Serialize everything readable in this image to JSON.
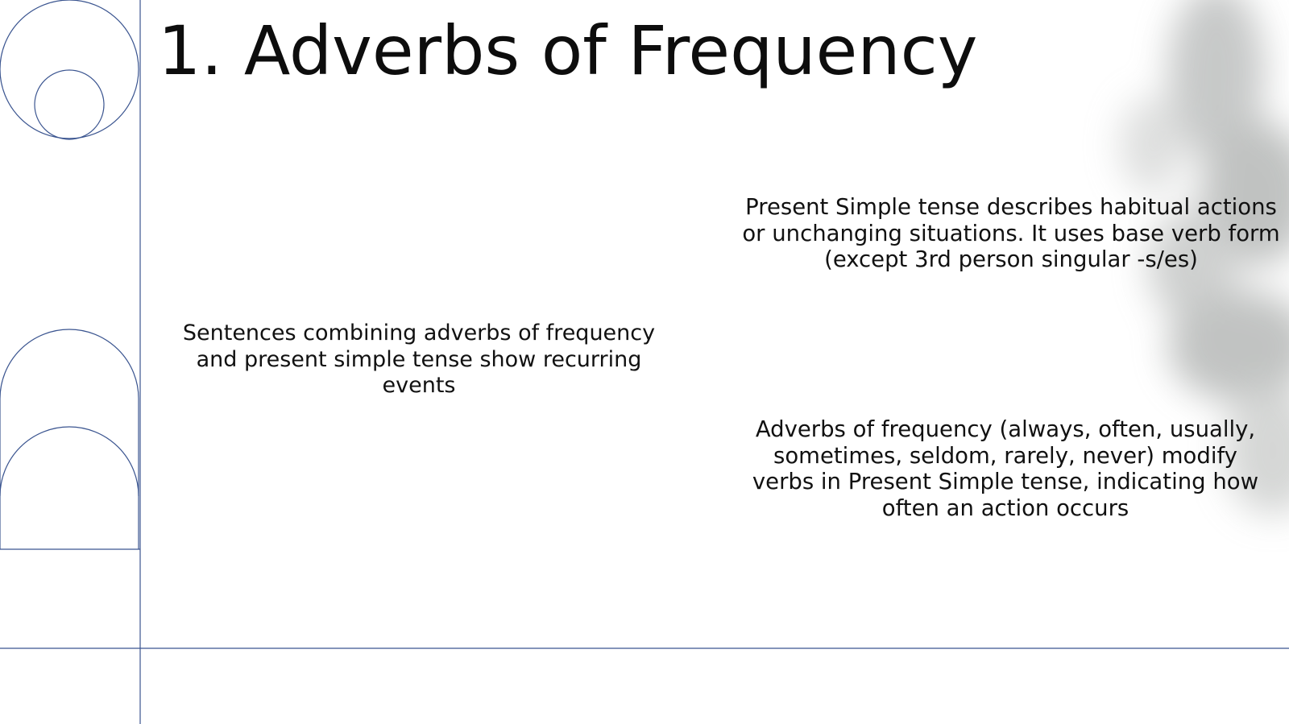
{
  "slide": {
    "title": "1. Adverbs of Frequency",
    "blocks": {
      "recurring_events": "Sentences combining adverbs of frequency and present simple tense show recurring events",
      "present_simple": "Present Simple tense describes habitual actions or unchanging situations. It uses base verb form (except 3rd person singular -s/es)",
      "adverbs_list": "Adverbs of frequency (always, often, usually, sometimes, seldom, rarely, never) modify verbs in Present Simple tense, indicating how often an action occurs"
    }
  },
  "colors": {
    "background": "#ffffff",
    "line_art": "#3b5590",
    "text": "#111111"
  },
  "icons": {
    "decoration": "line-art-circles-and-arches",
    "background_image": "blurred-plant-leaves"
  }
}
